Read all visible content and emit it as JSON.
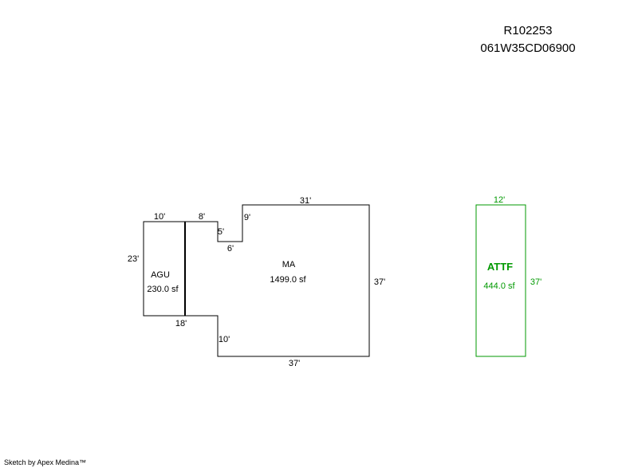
{
  "header": {
    "record_id": "R102253",
    "parcel_id": "061W35CD06900"
  },
  "footer": {
    "credit": "Sketch by Apex Medina™"
  },
  "colors": {
    "line": "#000000",
    "attf": "#009900"
  },
  "areas": {
    "agu": {
      "code": "AGU",
      "area": "230.0 sf"
    },
    "ma": {
      "code": "MA",
      "area": "1499.0 sf"
    },
    "attf": {
      "code": "ATTF",
      "area": "444.0 sf"
    }
  },
  "dimensions": {
    "agu_top": "10'",
    "agu_left": "23'",
    "agu_bottom": "18'",
    "ma_top_step": "8'",
    "ma_notch_left": "5'",
    "ma_notch_bottom": "6'",
    "ma_notch_right": "9'",
    "ma_top": "31'",
    "ma_right": "37'",
    "ma_bottom": "37'",
    "ma_lower_left": "10'",
    "attf_top": "12'",
    "attf_right": "37'"
  }
}
